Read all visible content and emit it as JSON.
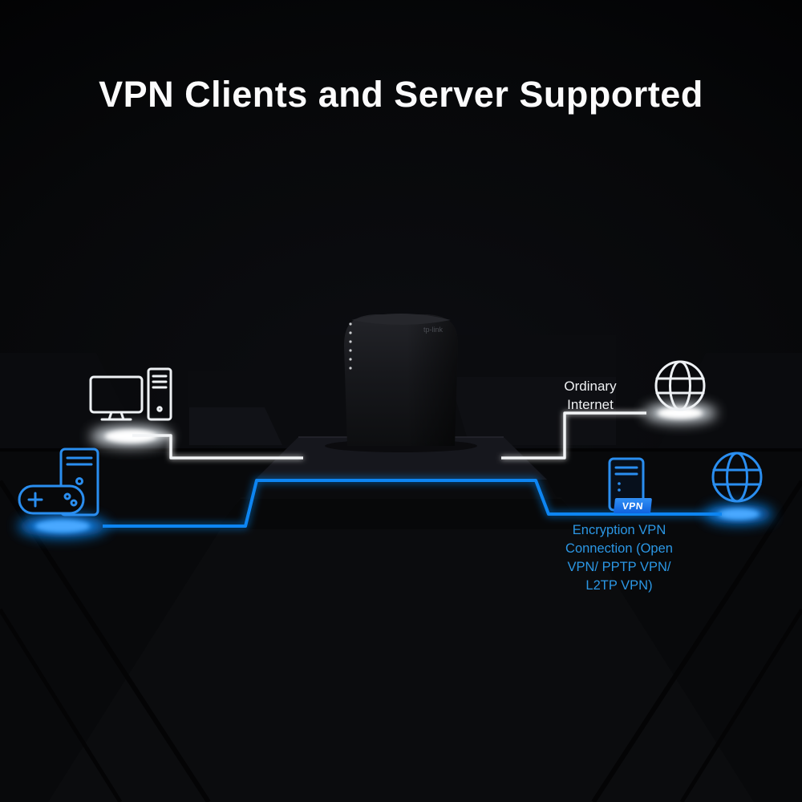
{
  "title": "VPN Clients and Server Supported",
  "router": {
    "logo": "tp-link"
  },
  "labels": {
    "ordinary_internet": "Ordinary\nInternet",
    "vpn_badge": "VPN",
    "encryption_vpn": "Encryption VPN\nConnection (Open\nVPN/ PPTP VPN/\nL2TP VPN)"
  },
  "icons": {
    "left_top": "desktop-computer-icon",
    "left_bottom": "gaming-pc-gamepad-icon",
    "right_top": "globe-icon-white",
    "right_bottom": "globe-icon-blue",
    "center_right": "vpn-server-icon",
    "center": "router-device"
  },
  "colors": {
    "background": "#000000",
    "accent_blue": "#0f85f2",
    "icon_blue": "#2a8ef0",
    "text_blue": "#2b97e5",
    "line_white": "#f2f4f6"
  }
}
